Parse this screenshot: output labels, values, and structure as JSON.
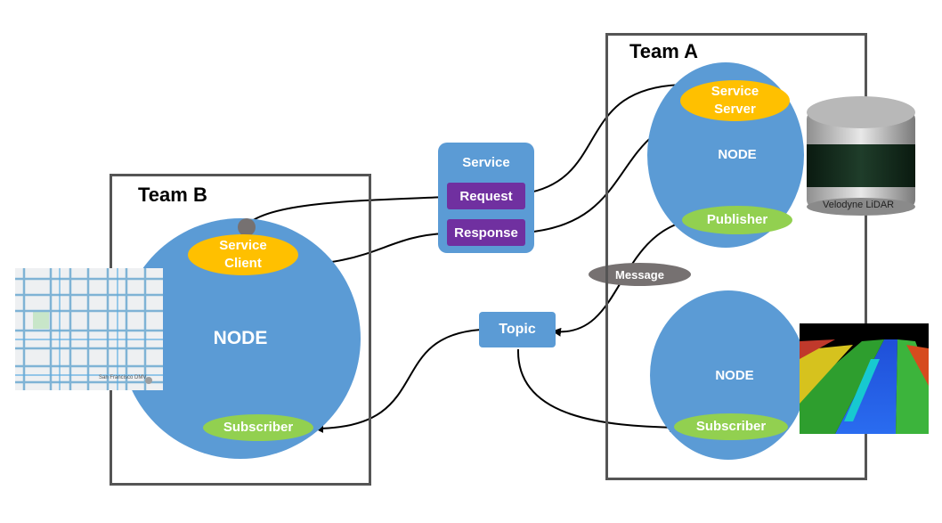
{
  "team_a": {
    "label": "Team A"
  },
  "team_b": {
    "label": "Team B"
  },
  "node_b": {
    "label": "NODE",
    "service_client": "Service\nClient",
    "subscriber": "Subscriber"
  },
  "node_a_top": {
    "label": "NODE",
    "service_server": "Service\nServer",
    "publisher": "Publisher"
  },
  "node_a_bottom": {
    "label": "NODE",
    "subscriber": "Subscriber"
  },
  "service": {
    "title": "Service",
    "request": "Request",
    "response": "Response"
  },
  "topic": {
    "label": "Topic"
  },
  "message": {
    "label": "Message"
  },
  "lidar": {
    "brand": "Velodyne LiDAR"
  },
  "map": {
    "place_label": "San Francisco DMV"
  },
  "colors": {
    "node_blue": "#5b9bd5",
    "orange": "#ffc000",
    "green": "#92d050",
    "purple": "#7030a0",
    "message_gray": "#767171"
  }
}
